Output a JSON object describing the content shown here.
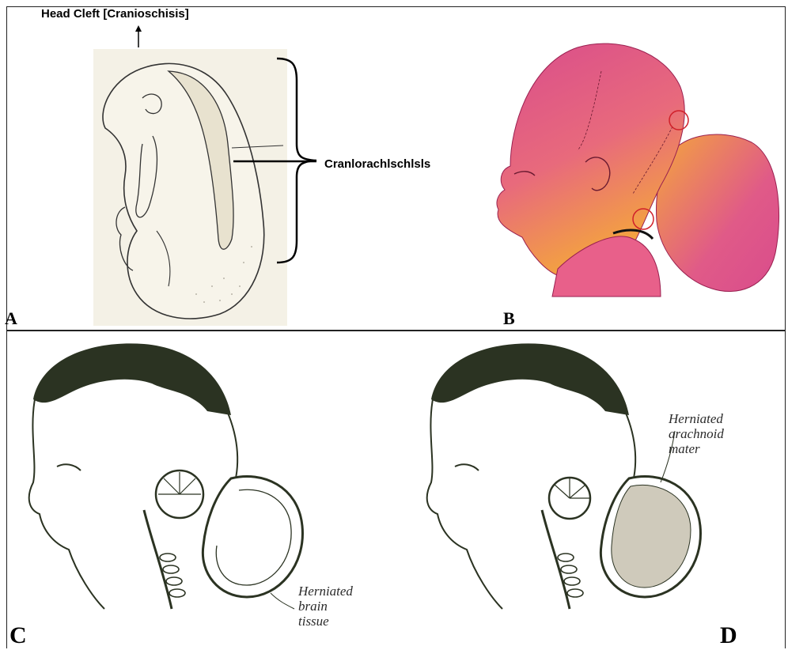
{
  "panels": {
    "a": {
      "letter": "A",
      "top_label": "Head Cleft [Cranioschisis]",
      "bracket_label": "Cranlorachlschlsls"
    },
    "b": {
      "letter": "B"
    },
    "c": {
      "letter": "C",
      "annotation": [
        "Herniated",
        "brain",
        "tissue"
      ]
    },
    "d": {
      "letter": "D",
      "annotation": [
        "Herniated",
        "arachnoid",
        "mater"
      ]
    }
  },
  "colors": {
    "line": "#222222",
    "sketch_paper": "#f4f1e6",
    "skin_pink": "#d94c8c",
    "skin_orange": "#f4a63c",
    "ink": "#2b3322"
  }
}
